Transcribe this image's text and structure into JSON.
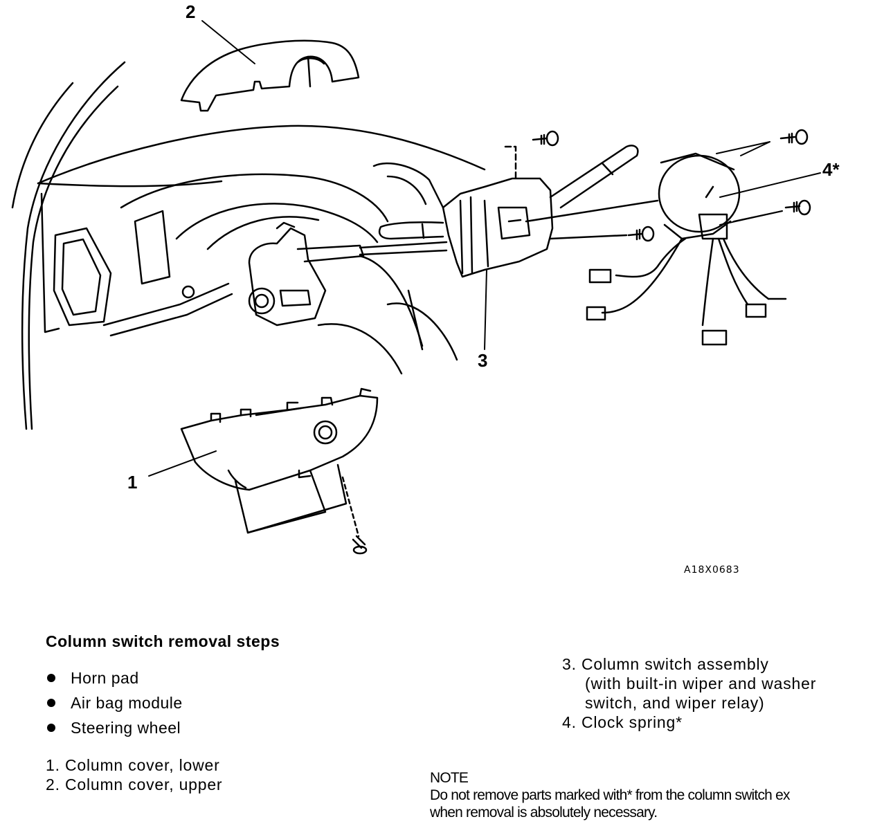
{
  "callouts": {
    "c1": "1",
    "c2": "2",
    "c3": "3",
    "c4": "4*"
  },
  "figure_code": "A18X0683",
  "steps": {
    "title": "Column switch removal steps",
    "bullets": [
      "Horn pad",
      "Air bag module",
      "Steering wheel"
    ],
    "numbered_left": [
      "1. Column cover, lower",
      "2. Column cover, upper"
    ],
    "numbered_right": {
      "item3_line1": "3. Column switch assembly",
      "item3_line2": "(with built-in wiper and washer",
      "item3_line3": "switch, and wiper relay)",
      "item4": "4. Clock spring*"
    }
  },
  "note": {
    "heading": "NOTE",
    "line1": "Do not remove parts marked with* from the column switch ex",
    "line2": "when removal is absolutely necessary."
  }
}
